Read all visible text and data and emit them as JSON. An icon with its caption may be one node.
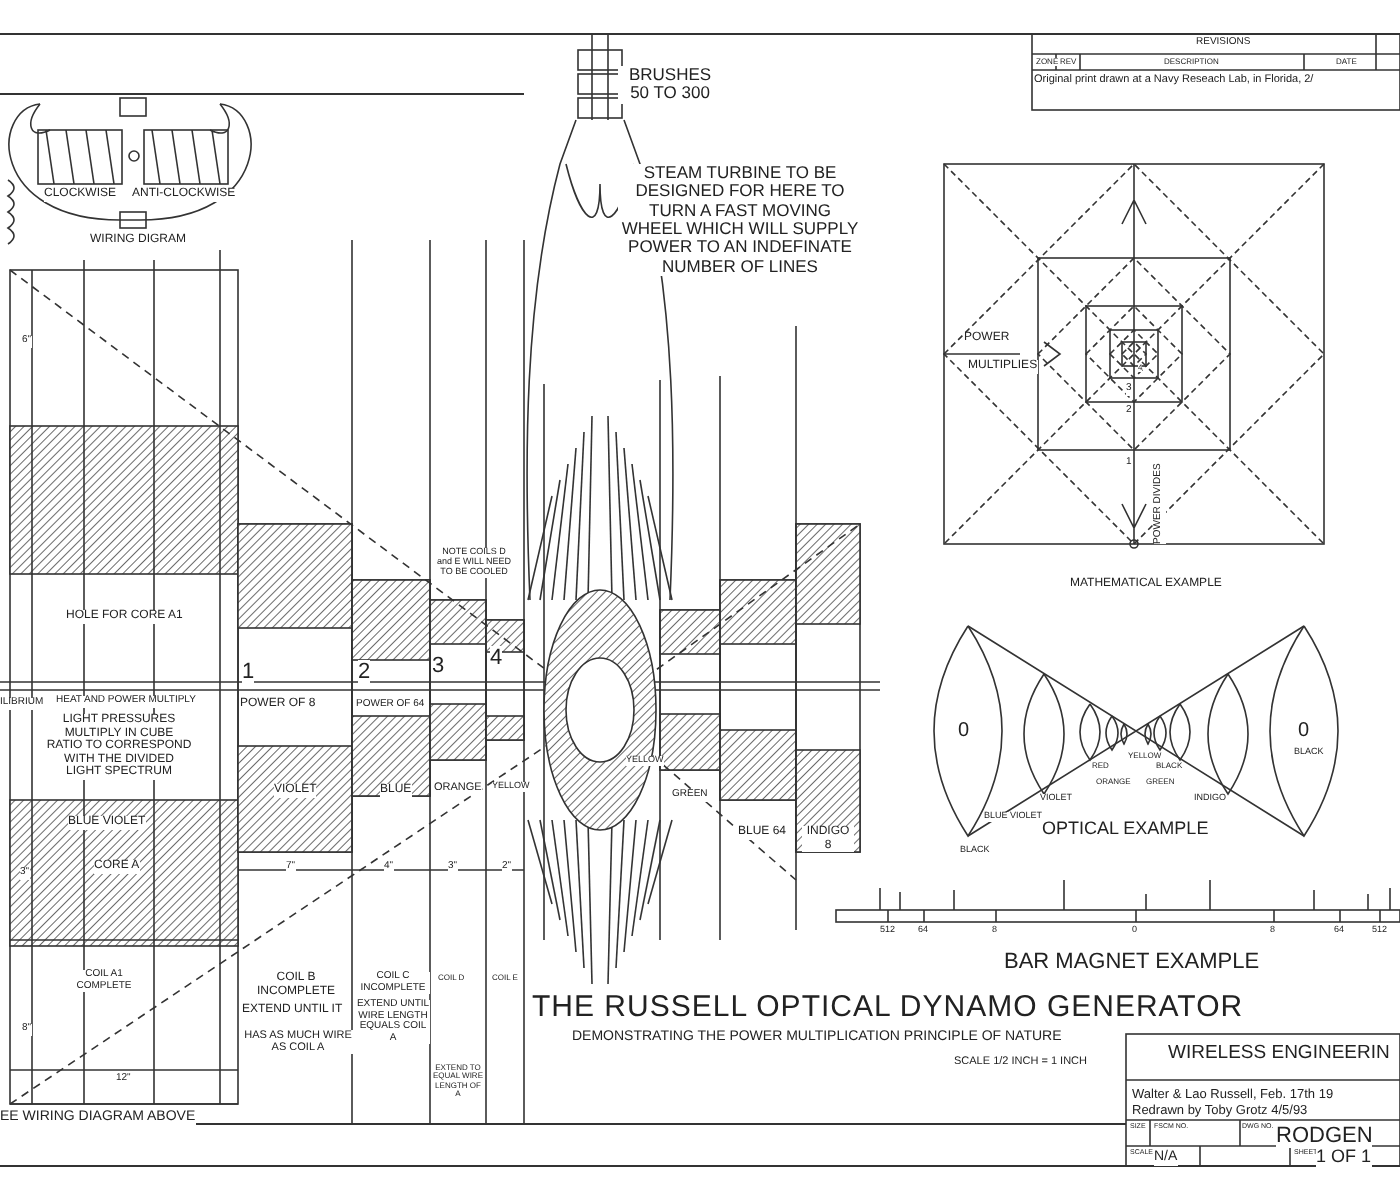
{
  "diagram": {
    "title": "THE RUSSELL OPTICAL DYNAMO GENERATOR",
    "labels": [
      "REVISIONS",
      "ZONE",
      "REV",
      "DESCRIPTION",
      "DATE",
      "Original print drawn at a Navy Reseach Lab, in Florida, 2/",
      "CLOCKWISE",
      "ANTI-CLOCKWISE",
      "WIRING DIGRAM",
      "BRUSHES 50 TO 300",
      "STEAM TURBINE TO BE DESIGNED FOR HERE TO TURN A FAST MOVING WHEEL WHICH WILL SUPPLY POWER TO AN INDEFINATE NUMBER OF LINES",
      "6\"",
      "NOTE COILS D and E WILL NEED TO BE COOLED",
      "POWER",
      "MULTIPLIES",
      "4",
      "3",
      "2",
      "1",
      "POWER DIVIDES",
      "MATHEMATICAL EXAMPLE",
      "HOLE FOR CORE A1",
      "1",
      "2",
      "3",
      "4",
      "ILIBRIUM",
      "HEAT AND POWER MULTIPLY",
      "LIGHT PRESSURES MULTIPLY IN CUBE RATIO TO CORRESPOND WITH THE DIVIDED LIGHT SPECTRUM",
      "POWER OF 8",
      "POWER OF 64",
      "VIOLET",
      "BLUE",
      "ORANGE",
      "YELLOW",
      "YELLOW",
      "GREEN",
      "BLUE 64",
      "INDIGO 8",
      "BLUE VIOLET",
      "CORE A",
      "3\"",
      "7\"",
      "4\"",
      "3\"",
      "2\"",
      "COIL A1 COMPLETE",
      "COIL B INCOMPLETE",
      "EXTEND UNTIL IT",
      "HAS AS MUCH WIRE AS COIL A",
      "COIL C INCOMPLETE",
      "EXTEND UNTIL WIRE LENGTH EQUALS COIL A",
      "COIL D",
      "COIL E",
      "EXTEND TO EQUAL WIRE LENGTH OF A",
      "8\"",
      "12\"",
      "EE WIRING DIAGRAM ABOVE",
      "0",
      "0",
      "BLACK",
      "RED",
      "ORANGE",
      "YELLOW",
      "BLACK",
      "GREEN",
      "VIOLET",
      "INDIGO",
      "BLUE VIOLET",
      "OPTICAL EXAMPLE",
      "BLACK",
      "512",
      "64",
      "8",
      "0",
      "8",
      "64",
      "512",
      "BAR MAGNET EXAMPLE",
      "DEMONSTRATING THE POWER MULTIPLICATION PRINCIPLE OF NATURE",
      "SCALE 1/2 INCH = 1 INCH",
      "WIRELESS ENGINEERIN",
      "Walter & Lao Russell, Feb. 17th 19",
      "Redrawn by Toby Grotz 4/5/93",
      "SIZE",
      "FSCM NO.",
      "DWG NO.",
      "RODGEN",
      "SCALE",
      "N/A",
      "SHEET",
      "1 OF 1"
    ]
  }
}
